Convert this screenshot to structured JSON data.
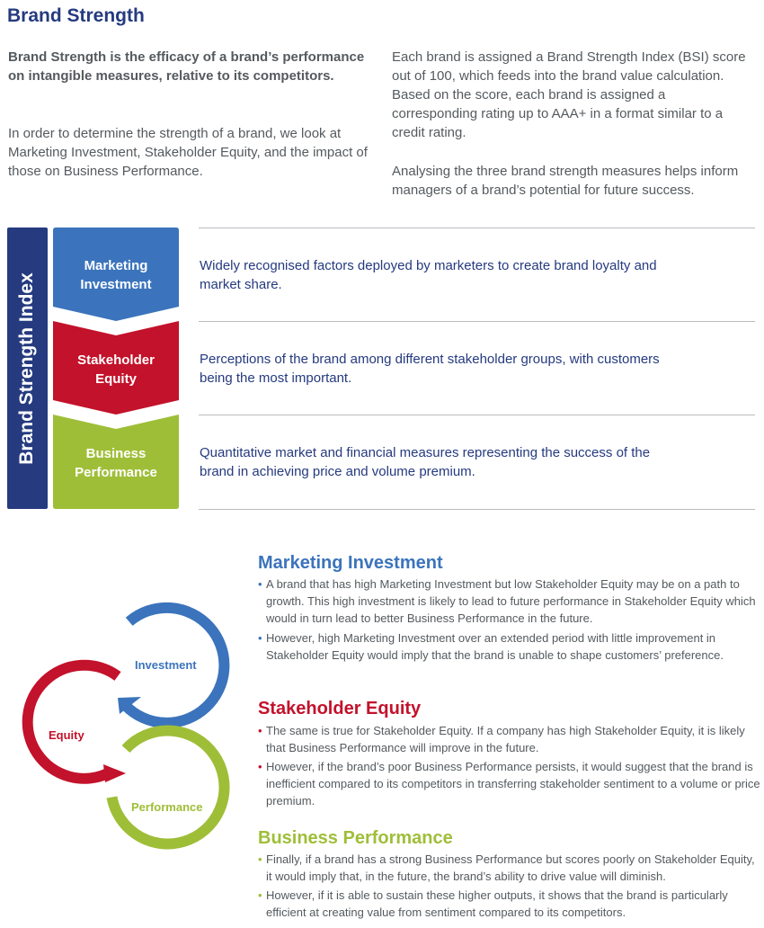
{
  "header": {
    "title": "Brand Strength"
  },
  "intro": {
    "lead": "Brand Strength is the efficacy of a brand’s performance on intangible measures, relative to its competitors.",
    "body": "In order to determine the strength of a brand, we look at Marketing Investment, Stakeholder Equity, and the impact of those on Business Performance.",
    "right_p1": "Each brand is assigned a Brand Strength Index (BSI) score out of 100, which feeds into the brand value calculation. Based on the score, each brand is assigned a corresponding rating up to AAA+ in a format similar to a credit rating.",
    "right_p2": "Analysing the three brand strength measures helps inform managers of a brand’s potential for future success."
  },
  "index": {
    "label": "Brand Strength Index",
    "rows": [
      {
        "name": "Marketing Investment",
        "line1": "Marketing",
        "line2": "Investment",
        "color": "#3b74bc",
        "description": "Widely recognised factors deployed by marketers to create brand loyalty and market share."
      },
      {
        "name": "Stakeholder Equity",
        "line1": "Stakeholder",
        "line2": "Equity",
        "color": "#c3122b",
        "description": "Perceptions of the brand among different stakeholder groups, with customers being the most important."
      },
      {
        "name": "Business Performance",
        "line1": "Business",
        "line2": "Performance",
        "color": "#9fbe38",
        "description": "Quantitative market and financial measures representing the success of the brand in achieving price and volume premium."
      }
    ]
  },
  "cycle": {
    "investment_label": "Investment",
    "equity_label": "Equity",
    "performance_label": "Performance",
    "colors": {
      "investment": "#3b74bc",
      "equity": "#c3122b",
      "performance": "#9fbe38"
    }
  },
  "sections": [
    {
      "title": "Marketing Investment",
      "color": "#3b74bc",
      "bullets": [
        "A brand that has high Marketing Investment but low Stakeholder Equity may be on a path to growth. This high investment is likely to lead to future performance in Stakeholder Equity which would in turn lead to better Business Performance in the future.",
        "However, high Marketing Investment over an extended period with little improvement in Stakeholder Equity would imply that the brand is unable to shape customers’ preference."
      ]
    },
    {
      "title": "Stakeholder Equity",
      "color": "#c3122b",
      "bullets": [
        "The same is true for Stakeholder Equity. If a company has high Stakeholder Equity, it is likely that Business Performance will improve in the future.",
        "However, if the brand’s poor Business Performance persists, it would suggest that the brand is inefficient compared to its competitors in transferring stakeholder sentiment to a volume or price premium."
      ]
    },
    {
      "title": "Business Performance",
      "color": "#9fbe38",
      "bullets": [
        "Finally, if a brand has a strong Business Performance but scores poorly on Stakeholder Equity, it would imply that, in the future, the brand’s ability to drive value will diminish.",
        "However, if it is able to sustain these higher outputs, it shows that the brand is particularly efficient at creating value from sentiment compared to its competitors."
      ]
    }
  ],
  "bullet_glyph": "•"
}
